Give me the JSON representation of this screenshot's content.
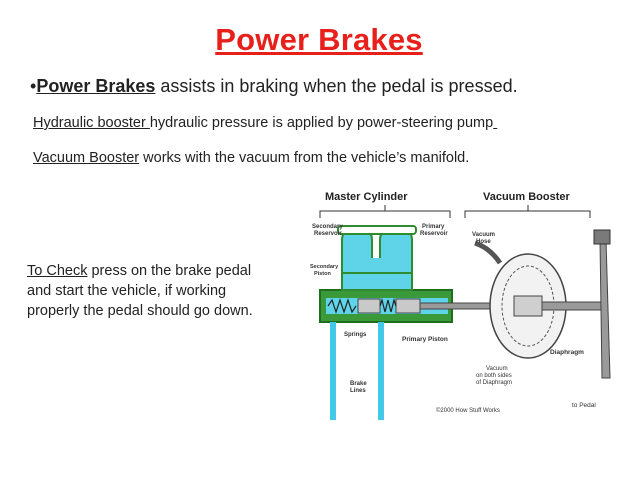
{
  "slide": {
    "title": "Power Brakes",
    "bullet_marker": "•",
    "bullet_bold": "Power Brakes",
    "bullet_text": " assists in braking when the pedal is pressed.",
    "hydraulic_label": "Hydraulic booster ",
    "hydraulic_text": "hydraulic pressure is applied by power-steering pump",
    "vacuum_label": "Vacuum Booster",
    "vacuum_text": " works with the vacuum from the vehicle’s manifold.",
    "check_label": "To Check",
    "check_line1_rest": " press on the brake pedal",
    "check_line2": " and start the vehicle, if working",
    "check_line3": " properly the pedal should go down."
  },
  "diagram": {
    "labels": {
      "master_cylinder": "Master Cylinder",
      "vacuum_booster": "Vacuum Booster",
      "secondary_reservoir_1": "Secondary",
      "secondary_reservoir_2": "Reservoir",
      "primary_reservoir_1": "Primary",
      "primary_reservoir_2": "Reservoir",
      "secondary_piston_1": "Secondary",
      "secondary_piston_2": "Piston",
      "vacuum_hose_1": "Vacuum",
      "vacuum_hose_2": "Hose",
      "springs": "Springs",
      "primary_piston": "Primary Piston",
      "diaphragm": "Diaphragm",
      "brake_lines_1": "Brake",
      "brake_lines_2": "Lines",
      "vacuum_note_1": "Vacuum",
      "vacuum_note_2": "on both sides",
      "vacuum_note_3": "of Diaphragm",
      "copyright": "©2000 How Stuff Works",
      "to_pedal": "to Pedal"
    },
    "colors": {
      "title_red": "#e8201c",
      "fluid": "#5fd3e8",
      "casing_green": "#2e8b2e",
      "brake_line_blue": "#45c8e8"
    }
  }
}
